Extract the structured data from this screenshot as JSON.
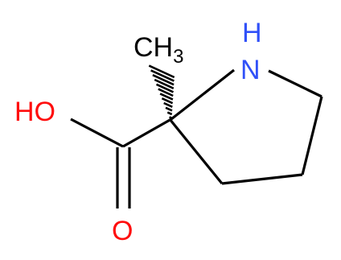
{
  "molecule": {
    "atoms": {
      "methyl": {
        "main": "CH",
        "sub": "3"
      },
      "nitrogen": {
        "main": "N",
        "sub": "H"
      },
      "hydroxyl": {
        "main": "HO"
      },
      "carbonyl_oxygen": {
        "main": "O"
      }
    },
    "colors": {
      "carbon_and_bonds": "#000000",
      "nitrogen": "#3050f8",
      "oxygen": "#ff0d0d"
    }
  }
}
